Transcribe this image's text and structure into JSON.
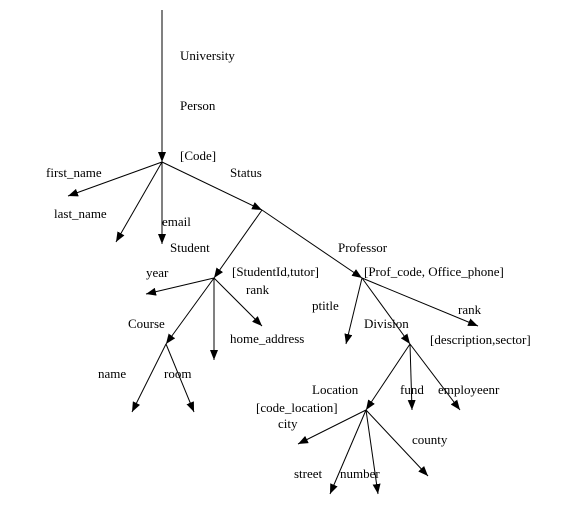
{
  "diagram": {
    "nodes": [
      {
        "id": "university",
        "label": "University"
      },
      {
        "id": "person",
        "label": "Person"
      },
      {
        "id": "person-key",
        "label": "[Code]"
      },
      {
        "id": "first-name",
        "label": "first_name"
      },
      {
        "id": "last-name",
        "label": "last_name"
      },
      {
        "id": "email",
        "label": "email"
      },
      {
        "id": "status",
        "label": "Status"
      },
      {
        "id": "student",
        "label": "Student"
      },
      {
        "id": "professor",
        "label": "Professor"
      },
      {
        "id": "year",
        "label": "year"
      },
      {
        "id": "student-key",
        "label": "[StudentId,tutor]"
      },
      {
        "id": "student-rank",
        "label": "rank"
      },
      {
        "id": "home-address",
        "label": "home_address"
      },
      {
        "id": "course",
        "label": "Course"
      },
      {
        "id": "course-name",
        "label": "name"
      },
      {
        "id": "room",
        "label": "room"
      },
      {
        "id": "professor-key",
        "label": "[Prof_code, Office_phone]"
      },
      {
        "id": "ptitle",
        "label": "ptitle"
      },
      {
        "id": "division",
        "label": "Division"
      },
      {
        "id": "professor-rank",
        "label": "rank"
      },
      {
        "id": "division-key",
        "label": "[description,sector]"
      },
      {
        "id": "location",
        "label": "Location"
      },
      {
        "id": "fund",
        "label": "fund"
      },
      {
        "id": "employeenr",
        "label": "employeenr"
      },
      {
        "id": "location-key",
        "label": "[code_location]"
      },
      {
        "id": "city",
        "label": "city"
      },
      {
        "id": "county",
        "label": "county"
      },
      {
        "id": "street",
        "label": "street"
      },
      {
        "id": "number",
        "label": "number"
      }
    ],
    "edges": [
      {
        "from": "root",
        "to": "person-node"
      },
      {
        "from": "person-node",
        "to": "first-name"
      },
      {
        "from": "person-node",
        "to": "last-name"
      },
      {
        "from": "person-node",
        "to": "email"
      },
      {
        "from": "person-node",
        "to": "status-node"
      },
      {
        "from": "status-node",
        "to": "student-node"
      },
      {
        "from": "status-node",
        "to": "professor-node"
      },
      {
        "from": "student-node",
        "to": "year"
      },
      {
        "from": "student-node",
        "to": "student-rank"
      },
      {
        "from": "student-node",
        "to": "home-address"
      },
      {
        "from": "student-node",
        "to": "course-node"
      },
      {
        "from": "course-node",
        "to": "course-name"
      },
      {
        "from": "course-node",
        "to": "room"
      },
      {
        "from": "professor-node",
        "to": "ptitle"
      },
      {
        "from": "professor-node",
        "to": "division-node"
      },
      {
        "from": "professor-node",
        "to": "professor-rank"
      },
      {
        "from": "division-node",
        "to": "location-node"
      },
      {
        "from": "division-node",
        "to": "fund"
      },
      {
        "from": "division-node",
        "to": "employeenr"
      },
      {
        "from": "location-node",
        "to": "city"
      },
      {
        "from": "location-node",
        "to": "street"
      },
      {
        "from": "location-node",
        "to": "number"
      },
      {
        "from": "location-node",
        "to": "county"
      }
    ]
  }
}
